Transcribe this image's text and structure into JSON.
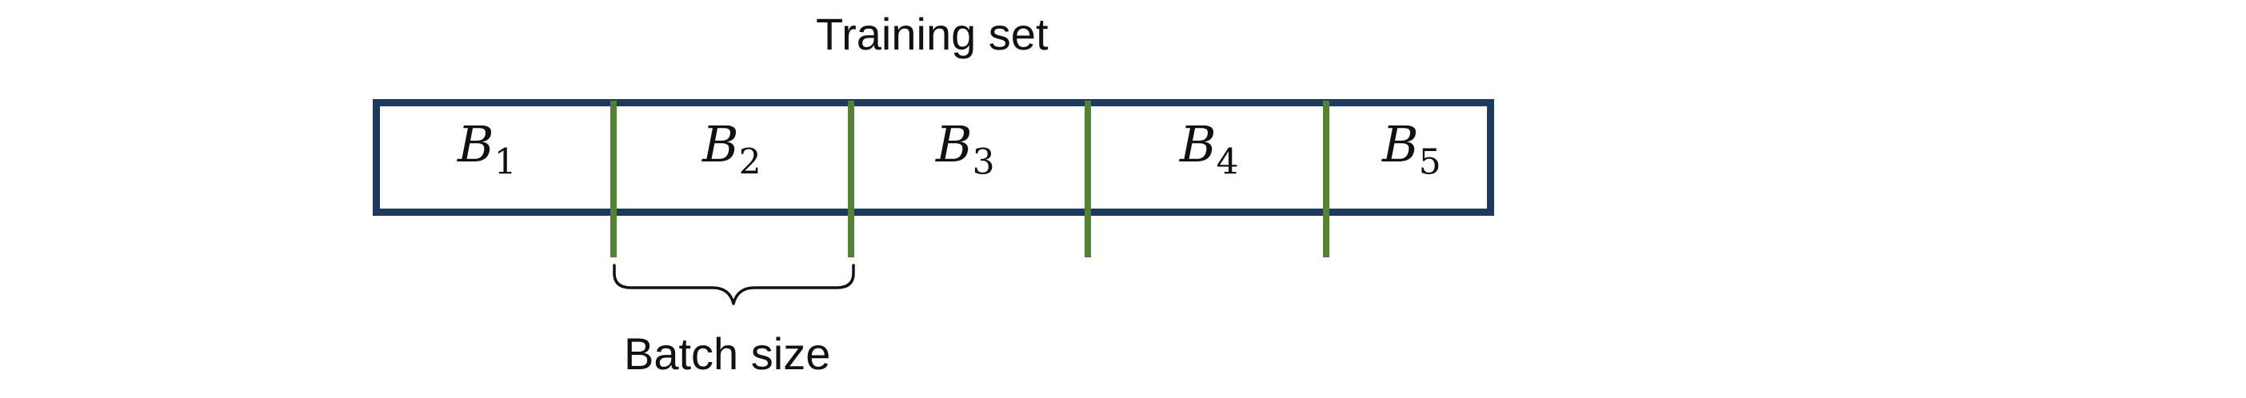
{
  "title": "Training set",
  "batches": [
    {
      "letter": "B",
      "index": "1"
    },
    {
      "letter": "B",
      "index": "2"
    },
    {
      "letter": "B",
      "index": "3"
    },
    {
      "letter": "B",
      "index": "4"
    },
    {
      "letter": "B",
      "index": "5"
    }
  ],
  "brace_label": "Batch size",
  "colors": {
    "box_border": "#1b3a5e",
    "divider": "#538135",
    "text": "#111111"
  }
}
